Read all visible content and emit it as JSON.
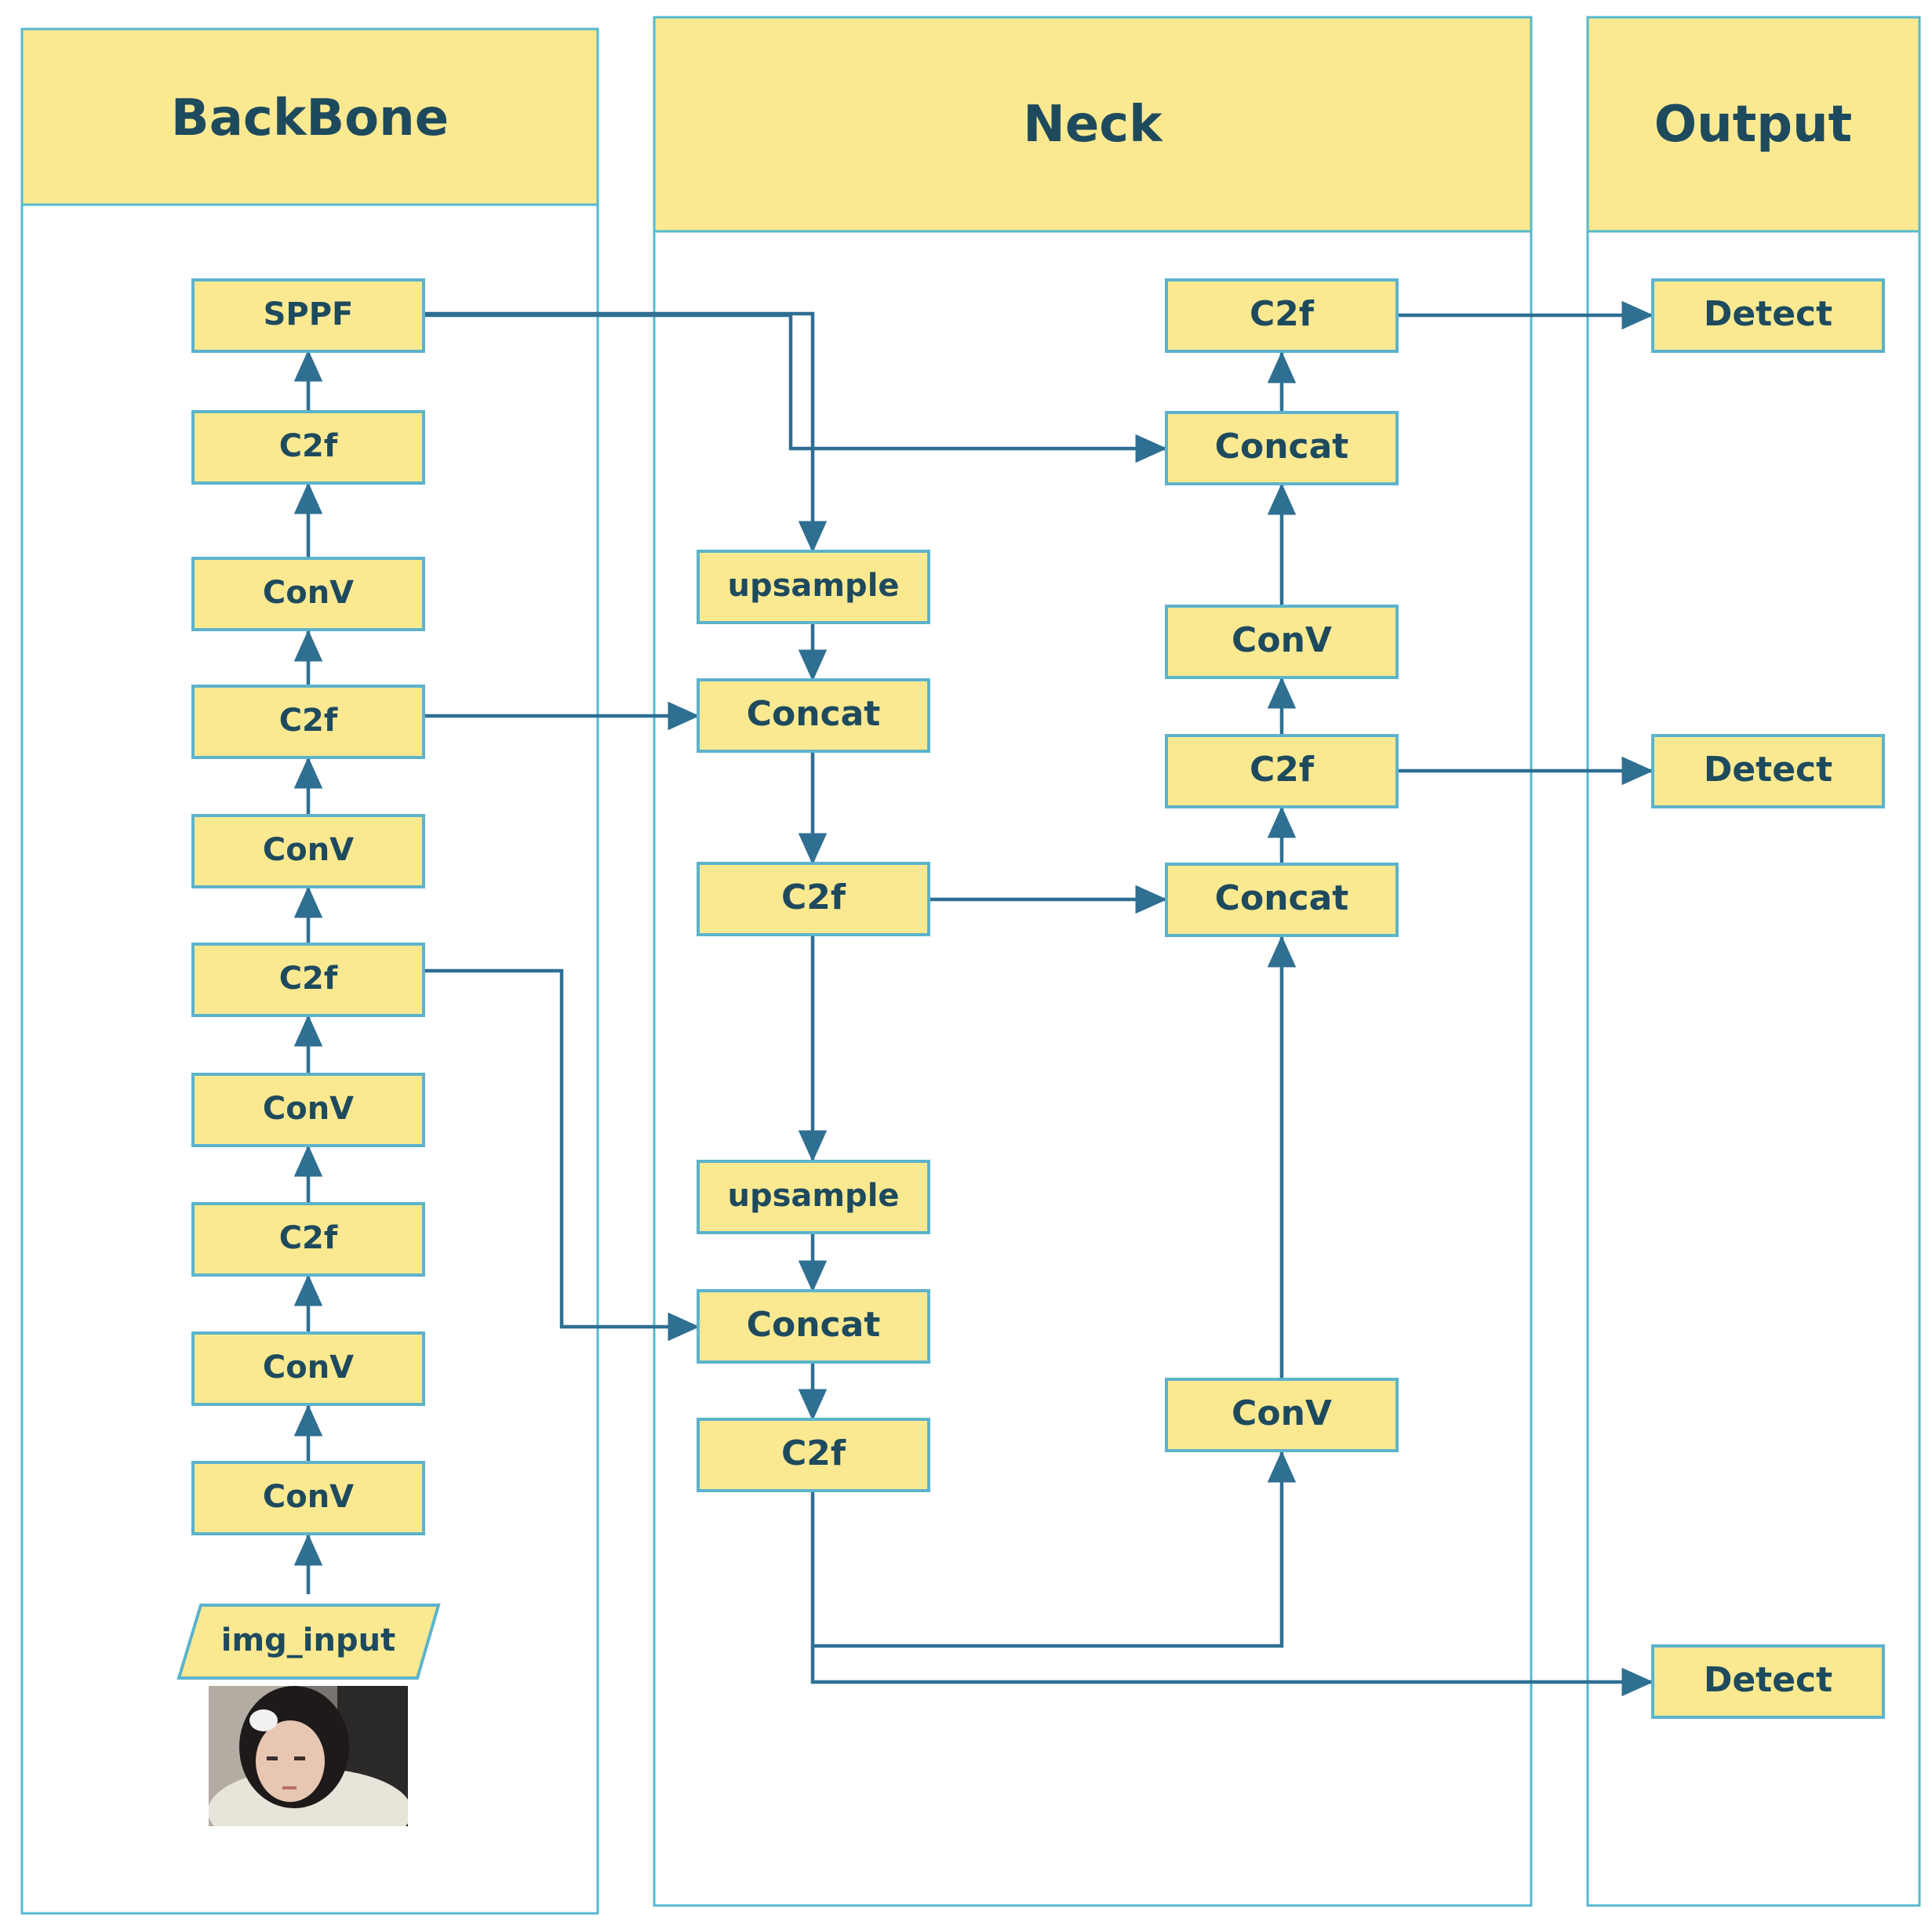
{
  "lanes": {
    "backbone": "BackBone",
    "neck": "Neck",
    "output": "Output"
  },
  "backbone": {
    "input": "img_input",
    "photo": "input-photo",
    "n1": "ConV",
    "n2": "ConV",
    "n3": "C2f",
    "n4": "ConV",
    "n5": "C2f",
    "n6": "ConV",
    "n7": "C2f",
    "n8": "ConV",
    "n9": "C2f",
    "n10": "SPPF"
  },
  "neck": {
    "upsample1": "upsample",
    "concat1": "Concat",
    "c2f1": "C2f",
    "upsample2": "upsample",
    "concat2": "Concat",
    "c2f2": "C2f",
    "conv_low": "ConV",
    "concat3": "Concat",
    "c2f3": "C2f",
    "conv_mid": "ConV",
    "concat4": "Concat",
    "c2f4": "C2f"
  },
  "output": {
    "detect_top": "Detect",
    "detect_mid": "Detect",
    "detect_bottom": "Detect"
  },
  "colors": {
    "node_fill": "#fbe991",
    "node_border": "#5cb3cc",
    "lane_border": "#56b9cf",
    "edge": "#2e6f92",
    "text": "#1e4a5e"
  }
}
